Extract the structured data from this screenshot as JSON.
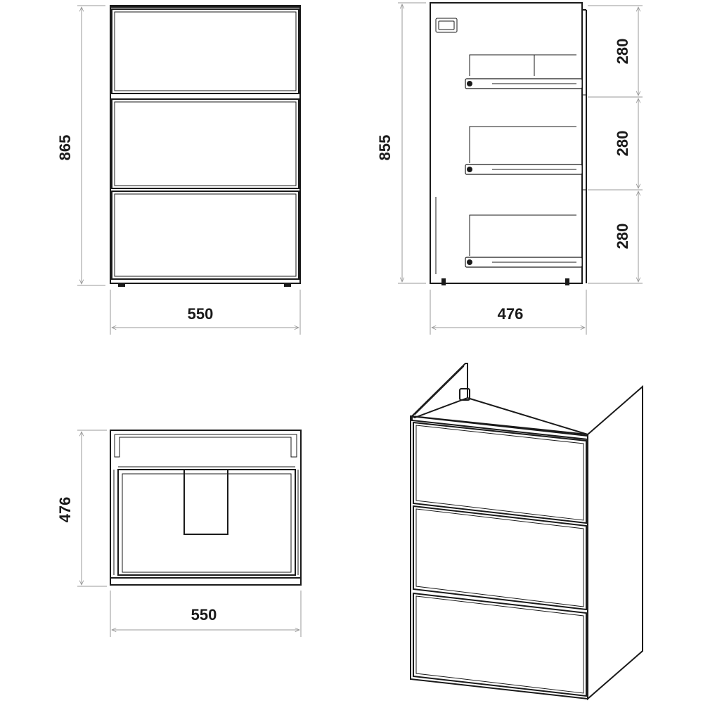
{
  "front_view": {
    "height_label": "865",
    "width_label": "550"
  },
  "side_view": {
    "height_label": "855",
    "width_label": "476",
    "drawer_heights": [
      "280",
      "280",
      "280"
    ]
  },
  "top_view": {
    "depth_label": "476",
    "width_label": "550"
  },
  "colors": {
    "line": "#1a1a1a",
    "dimension": "#9a9a9a",
    "background": "#ffffff"
  }
}
